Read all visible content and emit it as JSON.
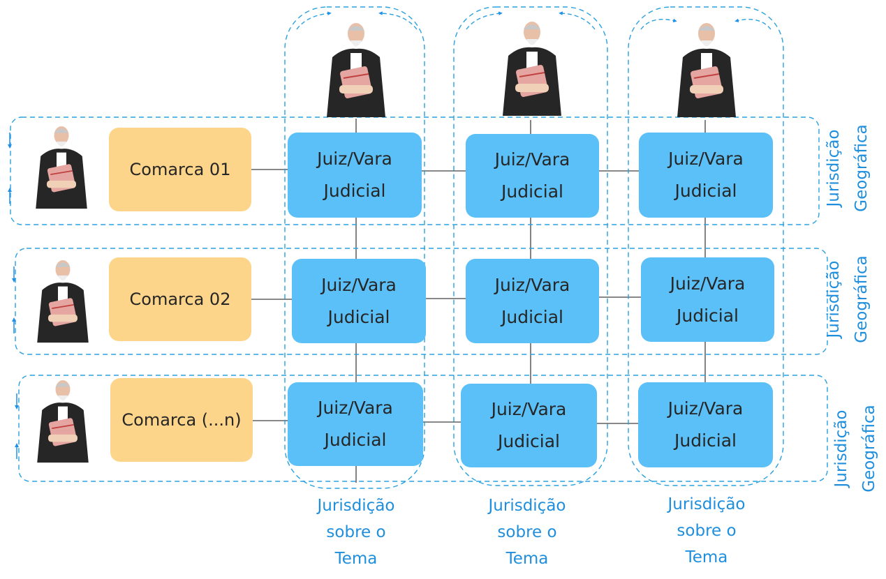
{
  "colors": {
    "vara_fill": "#5bc0f8",
    "comarca_fill": "#fdd58a",
    "dashed_border": "#29a0e0",
    "label_text": "#1f8fdd",
    "connector": "#404040"
  },
  "icons": {
    "judge": "judge-figure-icon",
    "flow_arrow": "arrow-icon"
  },
  "rows": [
    {
      "comarca": "Comarca 01",
      "geo": [
        "Jurisdição",
        "Geográfica"
      ],
      "varas": [
        {
          "line1": "Juiz/Vara",
          "line2": "Judicial"
        },
        {
          "line1": "Juiz/Vara",
          "line2": "Judicial"
        },
        {
          "line1": "Juiz/Vara",
          "line2": "Judicial"
        }
      ]
    },
    {
      "comarca": "Comarca 02",
      "geo": [
        "Jurisdição",
        "Geográfica"
      ],
      "varas": [
        {
          "line1": "Juiz/Vara",
          "line2": "Judicial"
        },
        {
          "line1": "Juiz/Vara",
          "line2": "Judicial"
        },
        {
          "line1": "Juiz/Vara",
          "line2": "Judicial"
        }
      ]
    },
    {
      "comarca": "Comarca (...n)",
      "geo": [
        "Jurisdição",
        "Geográfica"
      ],
      "varas": [
        {
          "line1": "Juiz/Vara",
          "line2": "Judicial"
        },
        {
          "line1": "Juiz/Vara",
          "line2": "Judicial"
        },
        {
          "line1": "Juiz/Vara",
          "line2": "Judicial"
        }
      ]
    }
  ],
  "columns": [
    {
      "label": [
        "Jurisdição",
        "sobre o",
        "Tema"
      ]
    },
    {
      "label": [
        "Jurisdição",
        "sobre o",
        "Tema"
      ]
    },
    {
      "label": [
        "Jurisdição",
        "sobre o",
        "Tema"
      ]
    }
  ]
}
